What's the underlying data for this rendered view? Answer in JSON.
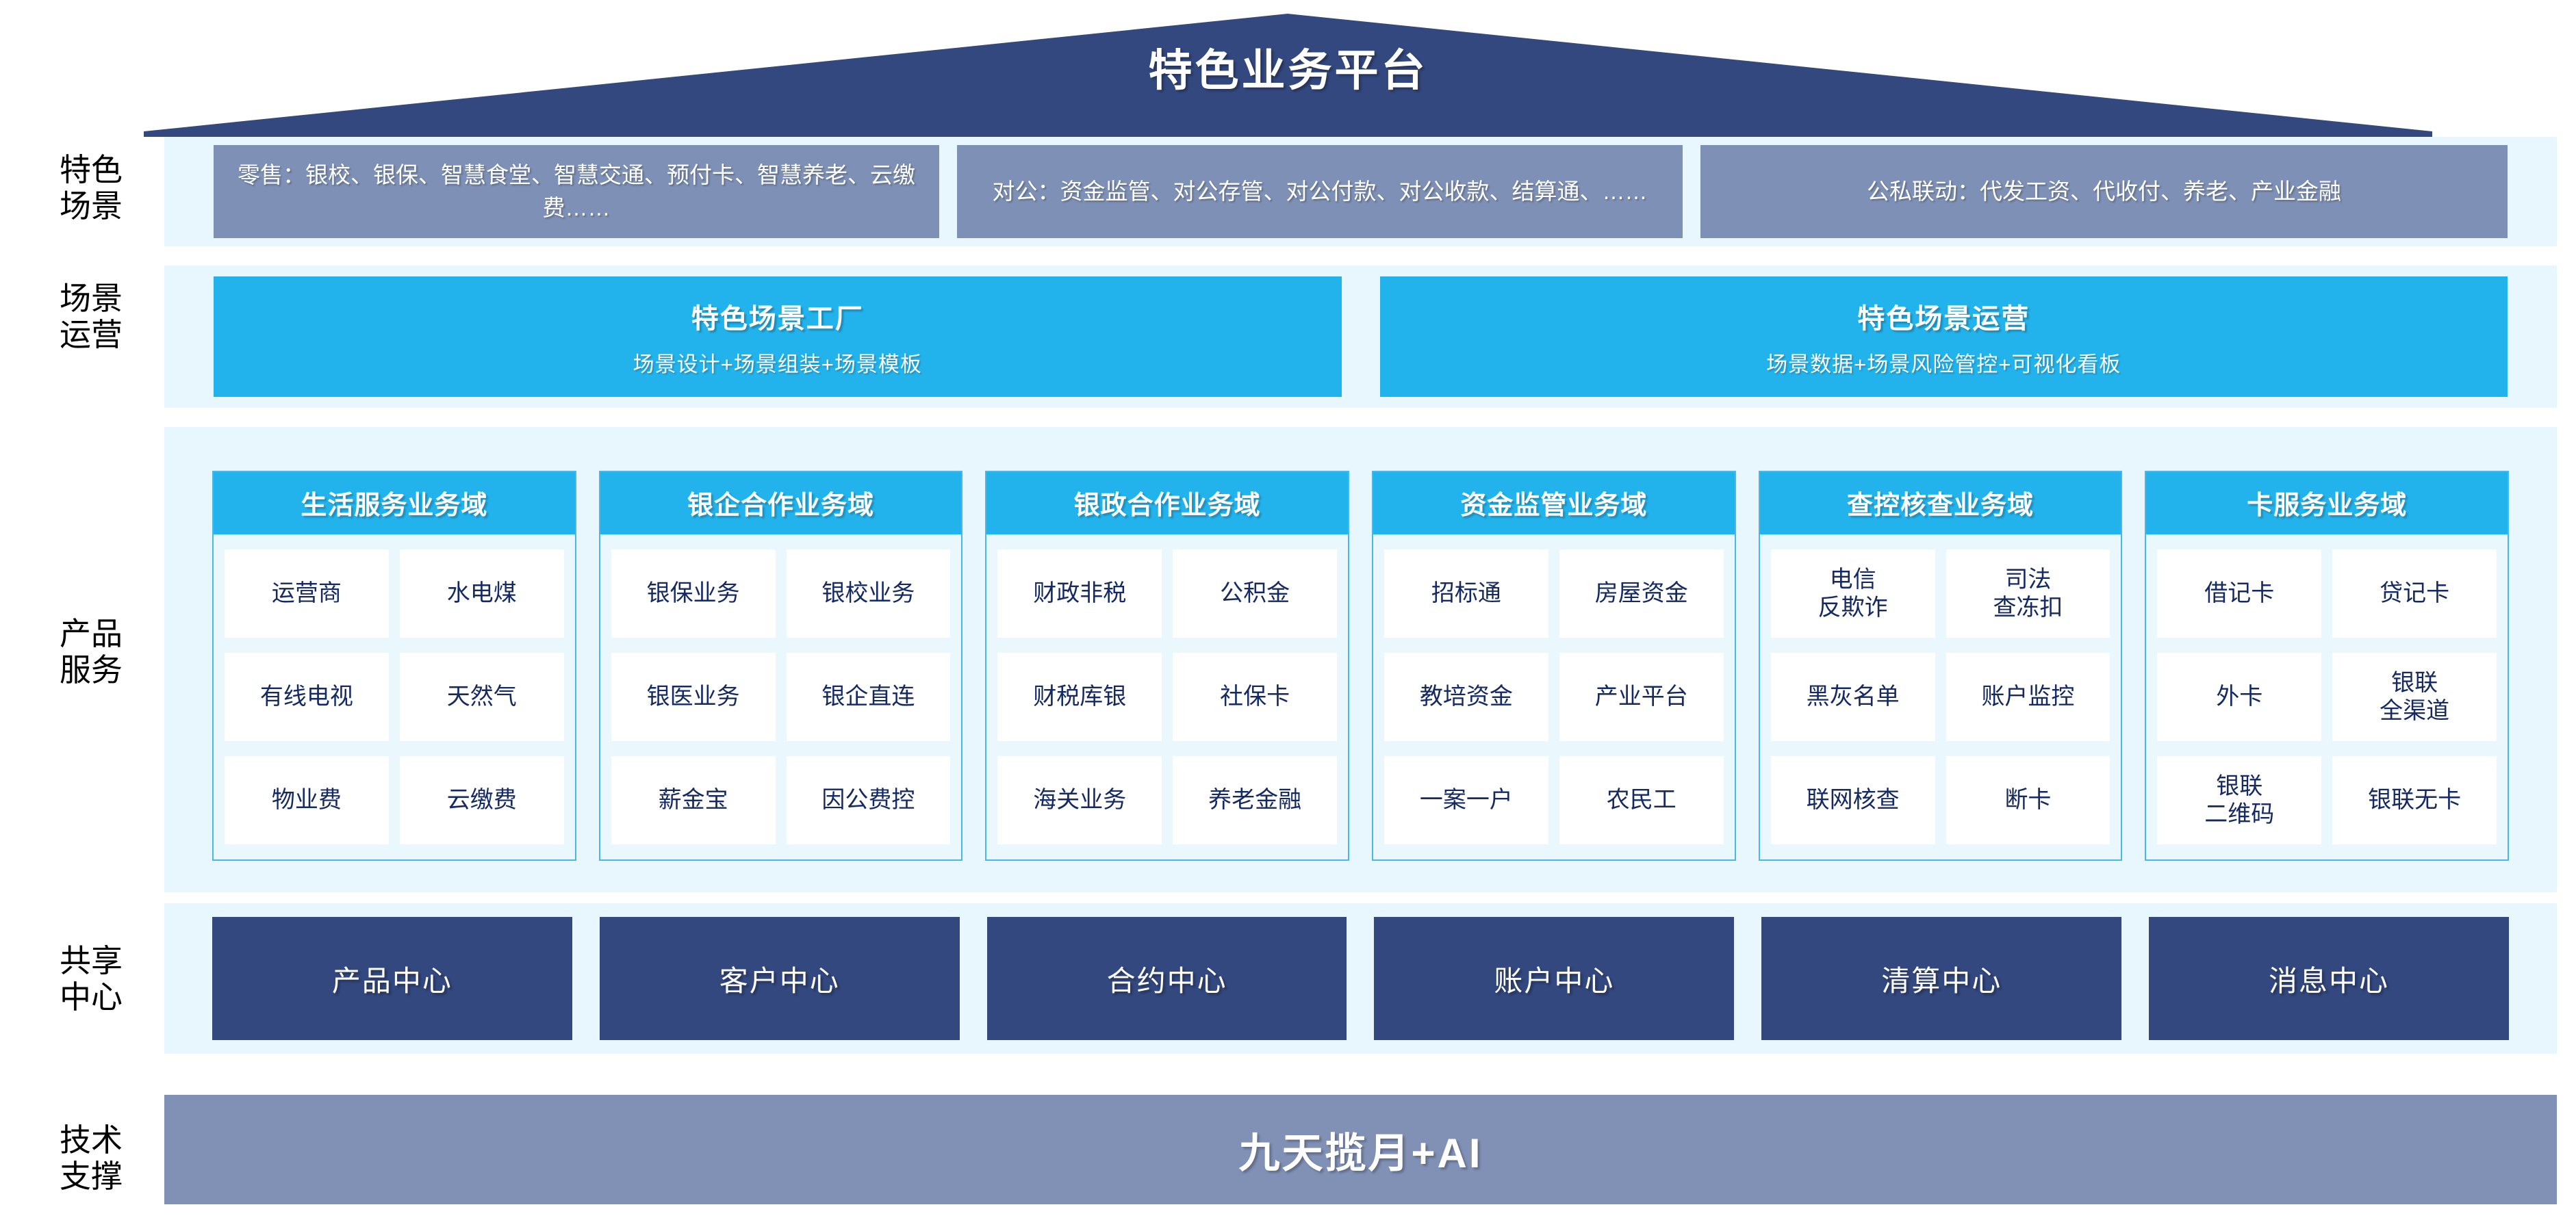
{
  "header": {
    "title": "特色业务平台"
  },
  "row_labels": {
    "scenario": "特色\n场景",
    "operations": "场景\n运营",
    "product": "产品\n服务",
    "shared_center": "共享\n中心",
    "tech_support": "技术\n支撑"
  },
  "scenarios": [
    {
      "text": "零售：银校、银保、智慧食堂、智慧交通、预付卡、智慧养老、云缴费……"
    },
    {
      "text": "对公：资金监管、对公存管、对公付款、对公收款、结算通、……"
    },
    {
      "text": "公私联动：代发工资、代收付、养老、产业金融"
    }
  ],
  "operations": [
    {
      "title": "特色场景工厂",
      "subtitle": "场景设计+场景组装+场景模板"
    },
    {
      "title": "特色场景运营",
      "subtitle": "场景数据+场景风险管控+可视化看板"
    }
  ],
  "domains": [
    {
      "title": "生活服务业务域",
      "items": [
        "运营商",
        "水电煤",
        "有线电视",
        "天然气",
        "物业费",
        "云缴费"
      ]
    },
    {
      "title": "银企合作业务域",
      "items": [
        "银保业务",
        "银校业务",
        "银医业务",
        "银企直连",
        "薪金宝",
        "因公费控"
      ]
    },
    {
      "title": "银政合作业务域",
      "items": [
        "财政非税",
        "公积金",
        "财税库银",
        "社保卡",
        "海关业务",
        "养老金融"
      ]
    },
    {
      "title": "资金监管业务域",
      "items": [
        "招标通",
        "房屋资金",
        "教培资金",
        "产业平台",
        "一案一户",
        "农民工"
      ]
    },
    {
      "title": "查控核查业务域",
      "items": [
        "电信\n反欺诈",
        "司法\n查冻扣",
        "黑灰名单",
        "账户监控",
        "联网核查",
        "断卡"
      ]
    },
    {
      "title": "卡服务业务域",
      "items": [
        "借记卡",
        "贷记卡",
        "外卡",
        "银联\n全渠道",
        "银联\n二维码",
        "银联无卡"
      ]
    }
  ],
  "shared_centers": [
    {
      "label": "产品中心"
    },
    {
      "label": "客户中心"
    },
    {
      "label": "合约中心"
    },
    {
      "label": "账户中心"
    },
    {
      "label": "清算中心"
    },
    {
      "label": "消息中心"
    }
  ],
  "tech_support": {
    "label": "九天揽月+AI"
  },
  "colors": {
    "roof_navy": "#33487f",
    "scenario_gray_blue": "#7e90b5",
    "cyan": "#22b3ec",
    "band_light": "#e8f6fd",
    "center_navy": "#33487f",
    "tech_slate": "#8191b6",
    "text_navy": "#152a63"
  }
}
